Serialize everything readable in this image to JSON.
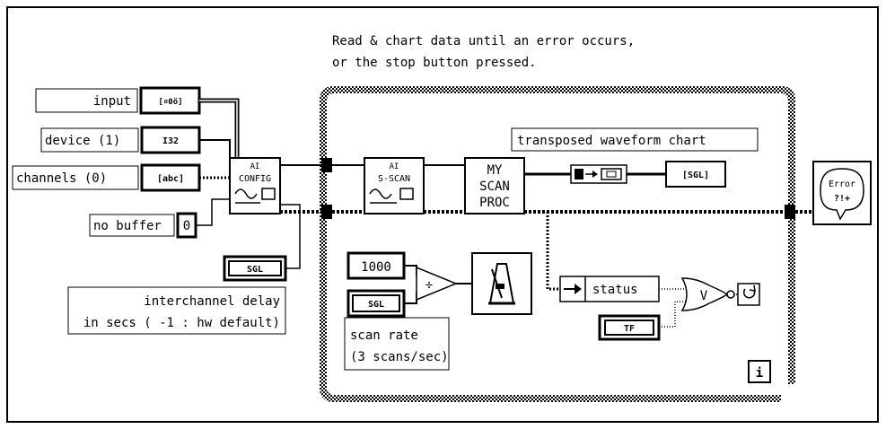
{
  "diagram": {
    "comment_line1": "Read & chart data until an error occurs,",
    "comment_line2": "or the stop button pressed.",
    "controls": {
      "input_label": "input",
      "input_icon": "[¤0ö]",
      "device_label": "device (1)",
      "device_type": "I32",
      "channels_label": "channels (0)",
      "channels_type": "[abc]",
      "no_buffer_label": "no buffer",
      "no_buffer_value": "0",
      "delay_type": "SGL",
      "delay_label_line1": "interchannel delay",
      "delay_label_line2": "in secs ( -1 : hw default)"
    },
    "nodes": {
      "ai_config_top": "AI",
      "ai_config_bottom": "CONFIG",
      "ai_sscan_top": "AI",
      "ai_sscan_bottom": "S-SCAN",
      "myscan_line1": "MY",
      "myscan_line2": "SCAN",
      "myscan_line3": "PROC",
      "chart_label": "transposed waveform chart",
      "chart_type": "[SGL]",
      "error_line1": "Error",
      "error_line2": "?!+"
    },
    "loop": {
      "rate_value": "1000",
      "rate_type": "SGL",
      "scan_rate_line1": "scan rate",
      "scan_rate_line2": "(3 scans/sec)",
      "status_label": "status",
      "stop_type": "TF",
      "or_symbol": "V",
      "iteration_terminal": "i"
    }
  }
}
